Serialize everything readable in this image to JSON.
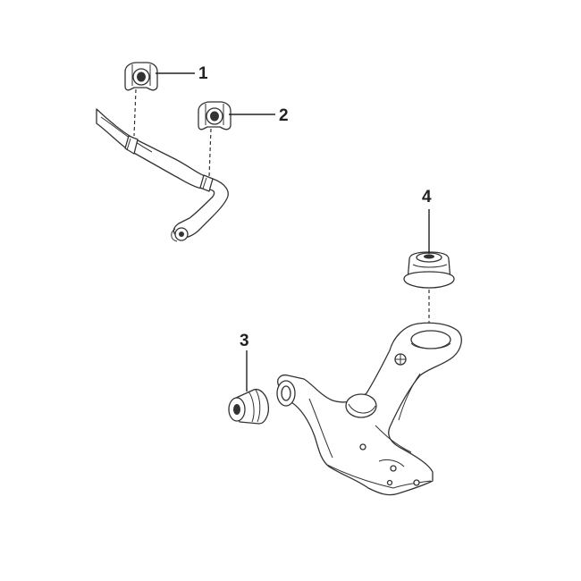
{
  "callouts": [
    {
      "id": "1",
      "label": "1"
    },
    {
      "id": "2",
      "label": "2"
    },
    {
      "id": "3",
      "label": "3"
    },
    {
      "id": "4",
      "label": "4"
    }
  ],
  "colors": {
    "line": "#333333",
    "background": "#ffffff"
  }
}
